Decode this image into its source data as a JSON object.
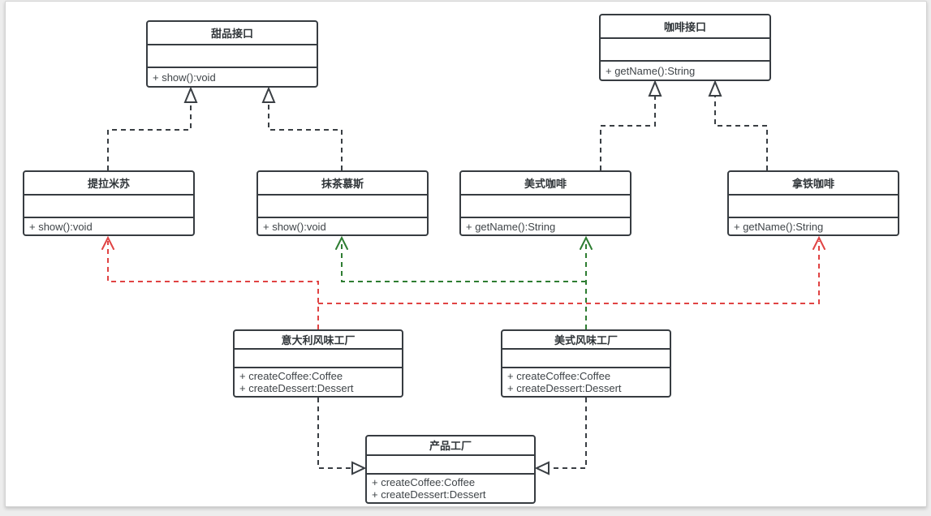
{
  "classes": {
    "dessert_interface": {
      "name": "甜品接口",
      "methods": [
        "+ show():void"
      ]
    },
    "coffee_interface": {
      "name": "咖啡接口",
      "methods": [
        "+ getName():String"
      ]
    },
    "tiramisu": {
      "name": "提拉米苏",
      "methods": [
        "+ show():void"
      ]
    },
    "matcha_mousse": {
      "name": "抹茶慕斯",
      "methods": [
        "+ show():void"
      ]
    },
    "american_coffee": {
      "name": "美式咖啡",
      "methods": [
        "+ getName():String"
      ]
    },
    "latte_coffee": {
      "name": "拿铁咖啡",
      "methods": [
        "+ getName():String"
      ]
    },
    "italian_factory": {
      "name": "意大利风味工厂",
      "methods": [
        "+ createCoffee:Coffee",
        "+ createDessert:Dessert"
      ]
    },
    "american_factory": {
      "name": "美式风味工厂",
      "methods": [
        "+ createCoffee:Coffee",
        "+ createDessert:Dessert"
      ]
    },
    "product_factory": {
      "name": "产品工厂",
      "methods": [
        "+ createCoffee:Coffee",
        "+ createDessert:Dessert"
      ]
    }
  },
  "colors": {
    "box_border": "#373c41",
    "line_dark": "#3a3f44",
    "dependency_red": "#e04343",
    "dependency_green": "#2e7d32",
    "title_text": "#2f3438",
    "method_text": "#3f4448",
    "canvas_border": "#d4d4d4",
    "page_bg": "#ededed"
  }
}
